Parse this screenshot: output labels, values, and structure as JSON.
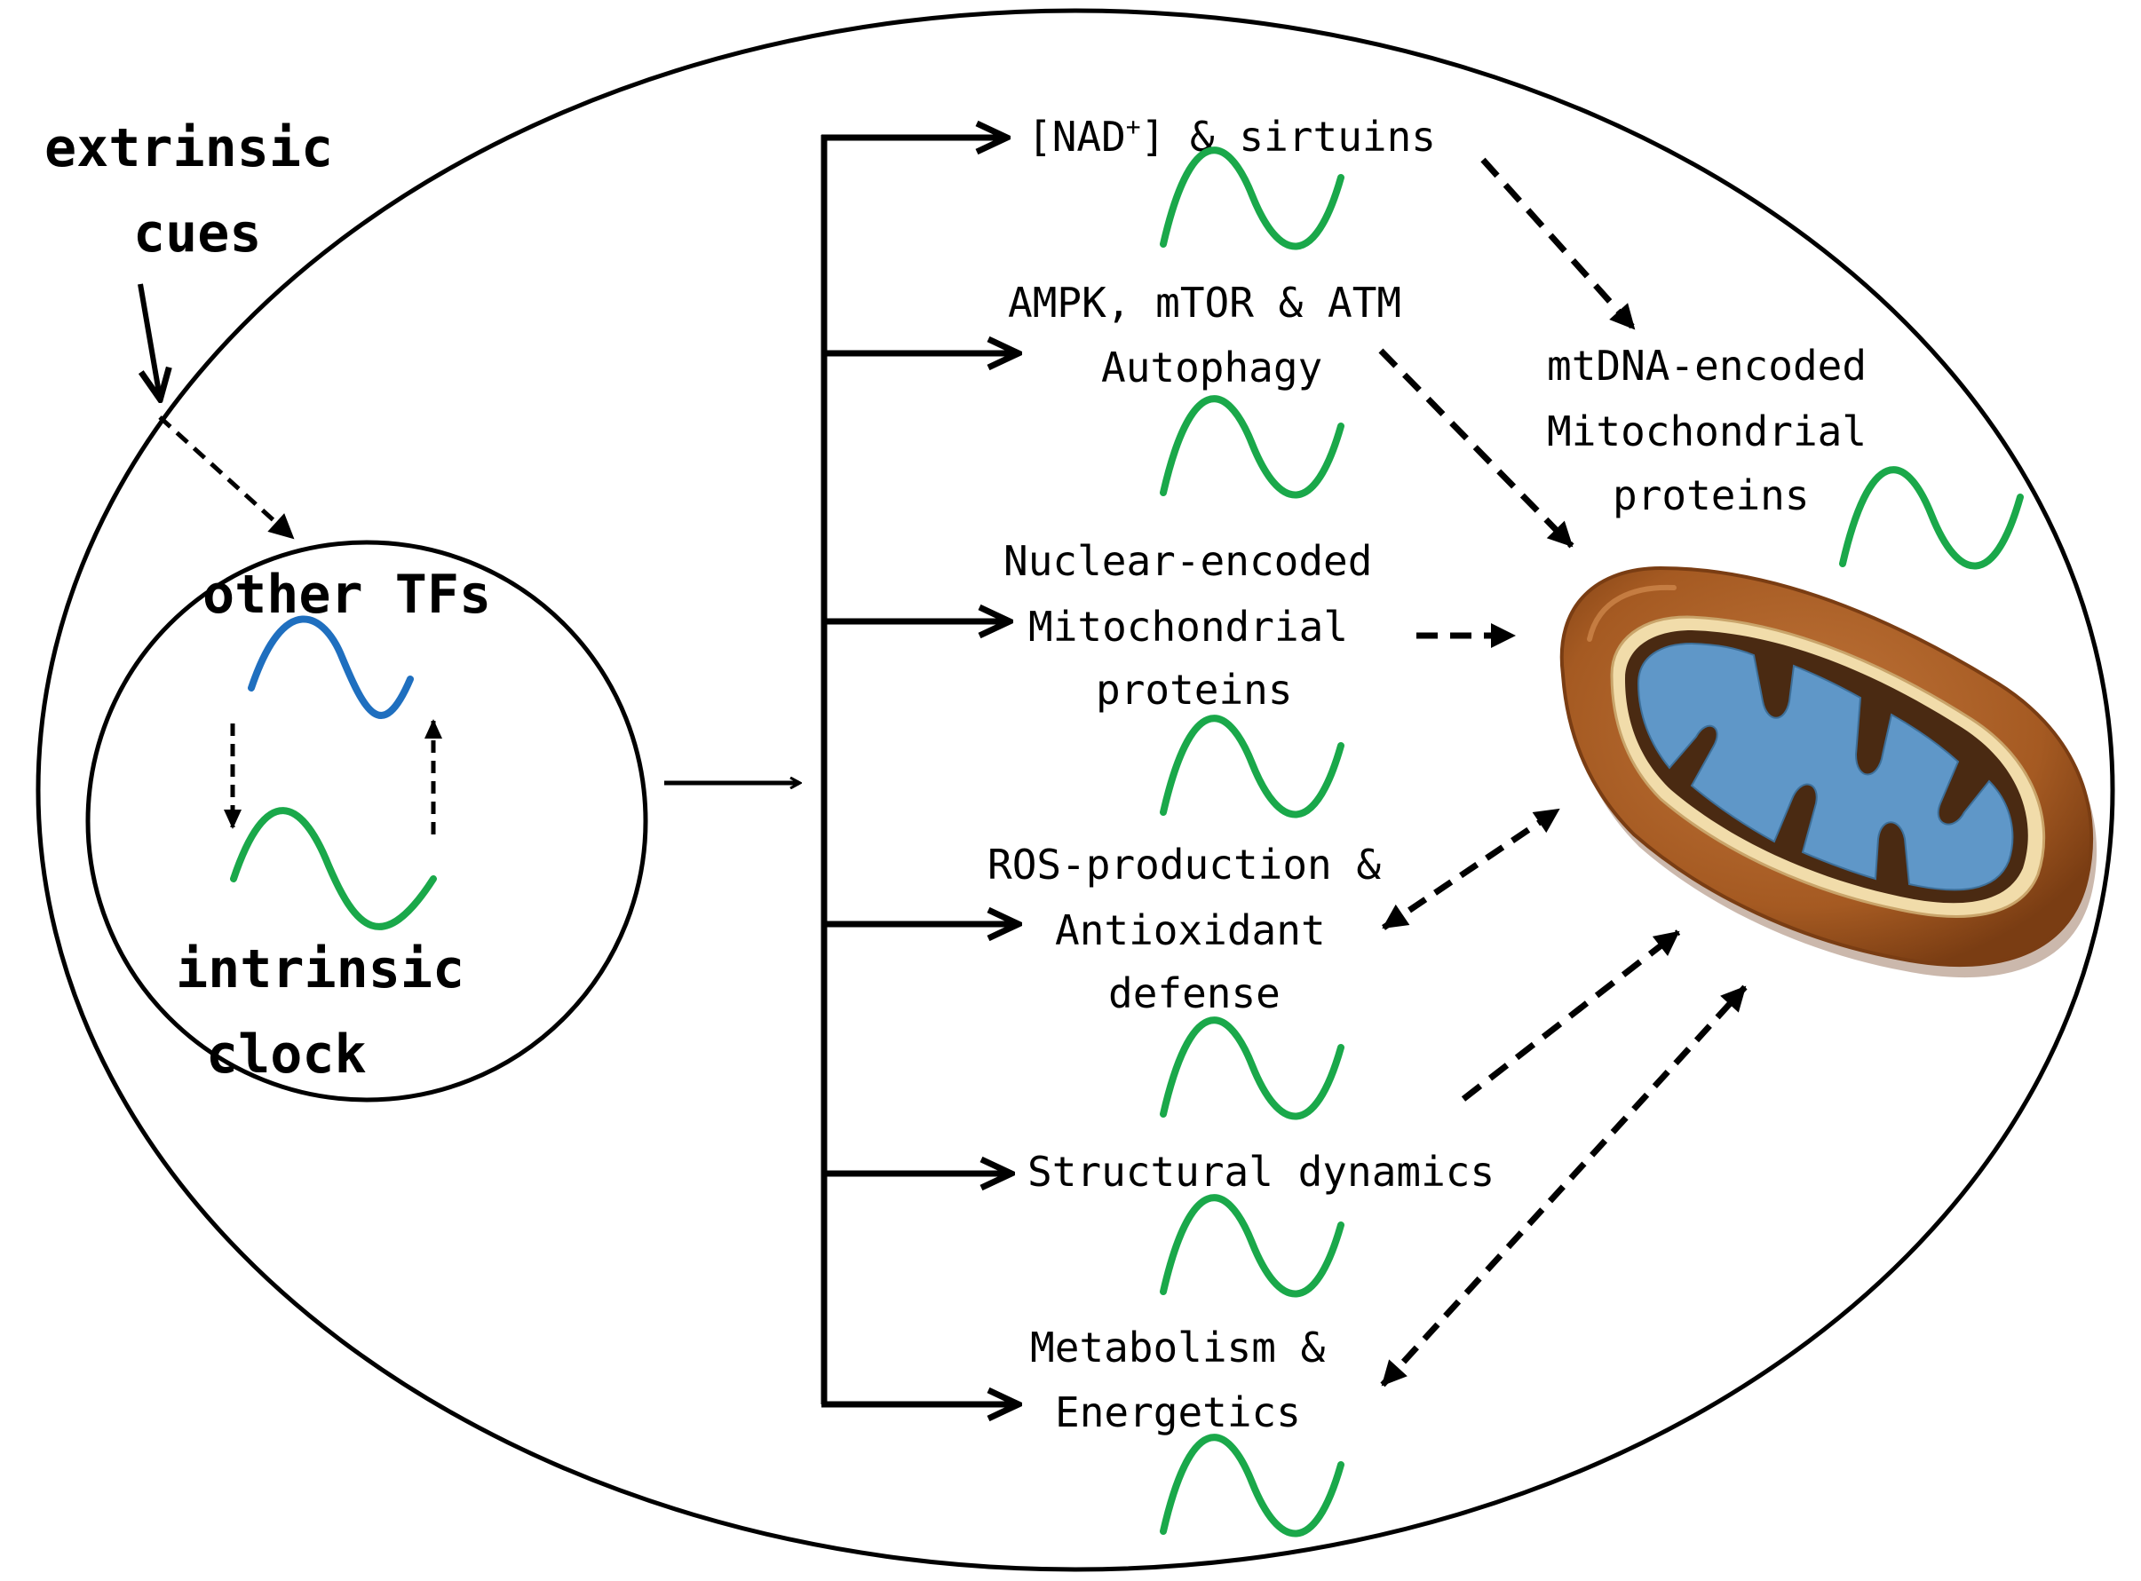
{
  "labels": {
    "extrinsic_line1": "extrinsic",
    "extrinsic_line2": "cues",
    "other_tfs": "other TFs",
    "intrinsic_line1": "intrinsic",
    "intrinsic_line2": "clock",
    "nad_open": "[NAD",
    "nad_sup": "+",
    "nad_rest": "] & sirtuins",
    "ampk_line1": "AMPK, mTOR & ATM",
    "ampk_line2": "Autophagy",
    "nuclear_line1": "Nuclear-encoded",
    "nuclear_line2": "Mitochondrial",
    "nuclear_line3": "proteins",
    "mtdna_line1": "mtDNA-encoded",
    "mtdna_line2": "Mitochondrial",
    "mtdna_line3": "proteins",
    "ros_line1": "ROS-production &",
    "ros_line2": "Antioxidant",
    "ros_line3": "defense",
    "structural": "Structural dynamics",
    "metab_line1": "Metabolism &",
    "metab_line2": "Energetics"
  },
  "colors": {
    "oscillation_green": "#1aa84a",
    "oscillation_blue": "#1f6fbf",
    "mito_outer": "#a55a22",
    "mito_outer_dark": "#7a3d13",
    "mito_membrane": "#f1dcaa",
    "mito_matrix": "#5f97c8"
  },
  "icons": [
    "mitochondrion-icon",
    "oscillation-wave-icon"
  ]
}
